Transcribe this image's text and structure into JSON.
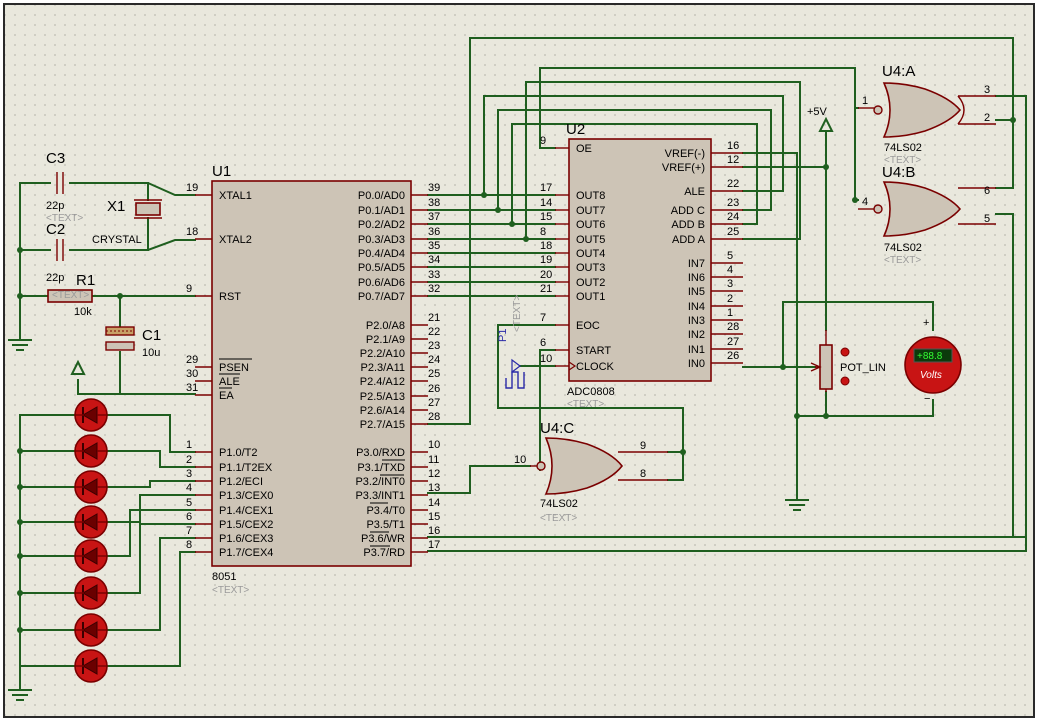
{
  "canvas": {
    "grid": true,
    "background": "#e9e8dd",
    "frame_color": "#2a2a2a"
  },
  "colors": {
    "wire": "#1f5f1f",
    "pin": "#7a0000",
    "body": "#cdc4b6",
    "led": "#c81414"
  },
  "text_placeholder": "<TEXT>",
  "u1": {
    "ref": "U1",
    "value": "8051",
    "left_pins": [
      {
        "num": "19",
        "label": "XTAL1"
      },
      {
        "num": "18",
        "label": "XTAL2"
      },
      {
        "num": "9",
        "label": "RST"
      },
      {
        "num": "29",
        "label": "PSEN"
      },
      {
        "num": "30",
        "label": "ALE"
      },
      {
        "num": "31",
        "label": "EA"
      },
      {
        "num": "1",
        "label": "P1.0/T2"
      },
      {
        "num": "2",
        "label": "P1.1/T2EX"
      },
      {
        "num": "3",
        "label": "P1.2/ECI"
      },
      {
        "num": "4",
        "label": "P1.3/CEX0"
      },
      {
        "num": "5",
        "label": "P1.4/CEX1"
      },
      {
        "num": "6",
        "label": "P1.5/CEX2"
      },
      {
        "num": "7",
        "label": "P1.6/CEX3"
      },
      {
        "num": "8",
        "label": "P1.7/CEX4"
      }
    ],
    "right_pins": [
      {
        "num": "39",
        "label": "P0.0/AD0"
      },
      {
        "num": "38",
        "label": "P0.1/AD1"
      },
      {
        "num": "37",
        "label": "P0.2/AD2"
      },
      {
        "num": "36",
        "label": "P0.3/AD3"
      },
      {
        "num": "35",
        "label": "P0.4/AD4"
      },
      {
        "num": "34",
        "label": "P0.5/AD5"
      },
      {
        "num": "33",
        "label": "P0.6/AD6"
      },
      {
        "num": "32",
        "label": "P0.7/AD7"
      },
      {
        "num": "21",
        "label": "P2.0/A8"
      },
      {
        "num": "22",
        "label": "P2.1/A9"
      },
      {
        "num": "23",
        "label": "P2.2/A10"
      },
      {
        "num": "24",
        "label": "P2.3/A11"
      },
      {
        "num": "25",
        "label": "P2.4/A12"
      },
      {
        "num": "26",
        "label": "P2.5/A13"
      },
      {
        "num": "27",
        "label": "P2.6/A14"
      },
      {
        "num": "28",
        "label": "P2.7/A15"
      },
      {
        "num": "10",
        "label": "P3.0/RXD"
      },
      {
        "num": "11",
        "label": "P3.1/TXD"
      },
      {
        "num": "12",
        "label": "P3.2/INT0"
      },
      {
        "num": "13",
        "label": "P3.3/INT1"
      },
      {
        "num": "14",
        "label": "P3.4/T0"
      },
      {
        "num": "15",
        "label": "P3.5/T1"
      },
      {
        "num": "16",
        "label": "P3.6/WR"
      },
      {
        "num": "17",
        "label": "P3.7/RD"
      }
    ]
  },
  "u2": {
    "ref": "U2",
    "value": "ADC0808",
    "left_pins": [
      {
        "num": "9",
        "label": "OE"
      },
      {
        "num": "17",
        "label": "OUT8"
      },
      {
        "num": "14",
        "label": "OUT7"
      },
      {
        "num": "15",
        "label": "OUT6"
      },
      {
        "num": "8",
        "label": "OUT5"
      },
      {
        "num": "18",
        "label": "OUT4"
      },
      {
        "num": "19",
        "label": "OUT3"
      },
      {
        "num": "20",
        "label": "OUT2"
      },
      {
        "num": "21",
        "label": "OUT1"
      },
      {
        "num": "7",
        "label": "EOC"
      },
      {
        "num": "6",
        "label": "START"
      },
      {
        "num": "10",
        "label": "CLOCK"
      }
    ],
    "right_pins": [
      {
        "num": "16",
        "label": "VREF(-)"
      },
      {
        "num": "12",
        "label": "VREF(+)"
      },
      {
        "num": "22",
        "label": "ALE"
      },
      {
        "num": "23",
        "label": "ADD C"
      },
      {
        "num": "24",
        "label": "ADD B"
      },
      {
        "num": "25",
        "label": "ADD A"
      },
      {
        "num": "5",
        "label": "IN7"
      },
      {
        "num": "4",
        "label": "IN6"
      },
      {
        "num": "3",
        "label": "IN5"
      },
      {
        "num": "2",
        "label": "IN4"
      },
      {
        "num": "1",
        "label": "IN3"
      },
      {
        "num": "28",
        "label": "IN2"
      },
      {
        "num": "27",
        "label": "IN1"
      },
      {
        "num": "26",
        "label": "IN0"
      }
    ]
  },
  "gates": [
    {
      "ref": "U4:A",
      "value": "74LS02",
      "out": "1",
      "in1": "3",
      "in2": "2"
    },
    {
      "ref": "U4:B",
      "value": "74LS02",
      "out": "4",
      "in1": "6",
      "in2": "5"
    },
    {
      "ref": "U4:C",
      "value": "74LS02",
      "out": "10",
      "in1": "9",
      "in2": "8"
    }
  ],
  "parts": {
    "c3": {
      "ref": "C3",
      "value": "22p"
    },
    "c2": {
      "ref": "C2",
      "value": "22p"
    },
    "x1": {
      "ref": "X1",
      "value": "CRYSTAL"
    },
    "r1": {
      "ref": "R1",
      "value": "10k"
    },
    "c1": {
      "ref": "C1",
      "value": "10u"
    },
    "pot": {
      "value": "POT_LIN"
    },
    "p1": {
      "ref": "P1"
    },
    "power": {
      "label": "+5V"
    },
    "voltmeter": {
      "display": "+88.8",
      "unit": "Volts",
      "plus": "+",
      "minus": "−"
    }
  }
}
